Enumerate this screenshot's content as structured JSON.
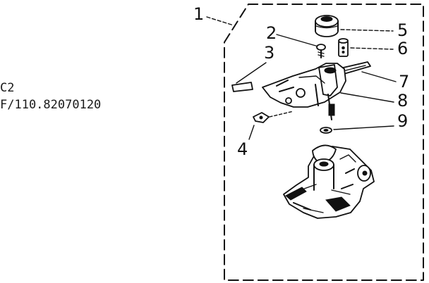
{
  "model_code": "C2",
  "part_number": "F/110.82070120",
  "callouts": [
    {
      "id": "1",
      "label": "1"
    },
    {
      "id": "2",
      "label": "2"
    },
    {
      "id": "3",
      "label": "3"
    },
    {
      "id": "4",
      "label": "4"
    },
    {
      "id": "5",
      "label": "5"
    },
    {
      "id": "6",
      "label": "6"
    },
    {
      "id": "7",
      "label": "7"
    },
    {
      "id": "8",
      "label": "8"
    },
    {
      "id": "9",
      "label": "9"
    }
  ]
}
